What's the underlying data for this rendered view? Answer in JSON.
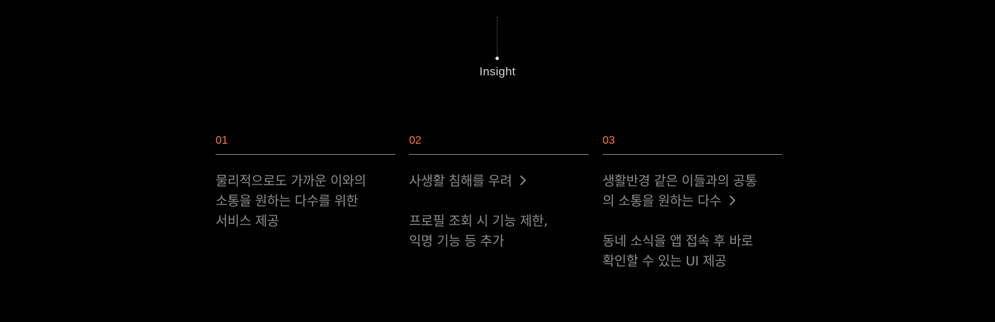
{
  "header": {
    "title": "Insight"
  },
  "cards": [
    {
      "number": "01",
      "lines": [
        "물리적으로도 가까운 이와의",
        "소통을 원하는 다수를 위한",
        "서비스 제공"
      ]
    },
    {
      "number": "02",
      "problem": "사생활 침해를 우려",
      "solution_lines": [
        "프로필 조회 시 기능 제한,",
        "익명 기능 등 추가"
      ]
    },
    {
      "number": "03",
      "problem_lines": [
        "생활반경 같은 이들과의 공통",
        "의 소통을 원하는 다수"
      ],
      "solution_lines": [
        "동네 소식을 앱 접속 후 바로",
        "확인할 수 있는 UI 제공"
      ]
    }
  ],
  "icons": {
    "arrow": "chevron-right-icon"
  },
  "colors": {
    "background": "#000000",
    "accent": "#ff7a45",
    "text": "#8d8d8d",
    "title": "#d8d8d8"
  }
}
